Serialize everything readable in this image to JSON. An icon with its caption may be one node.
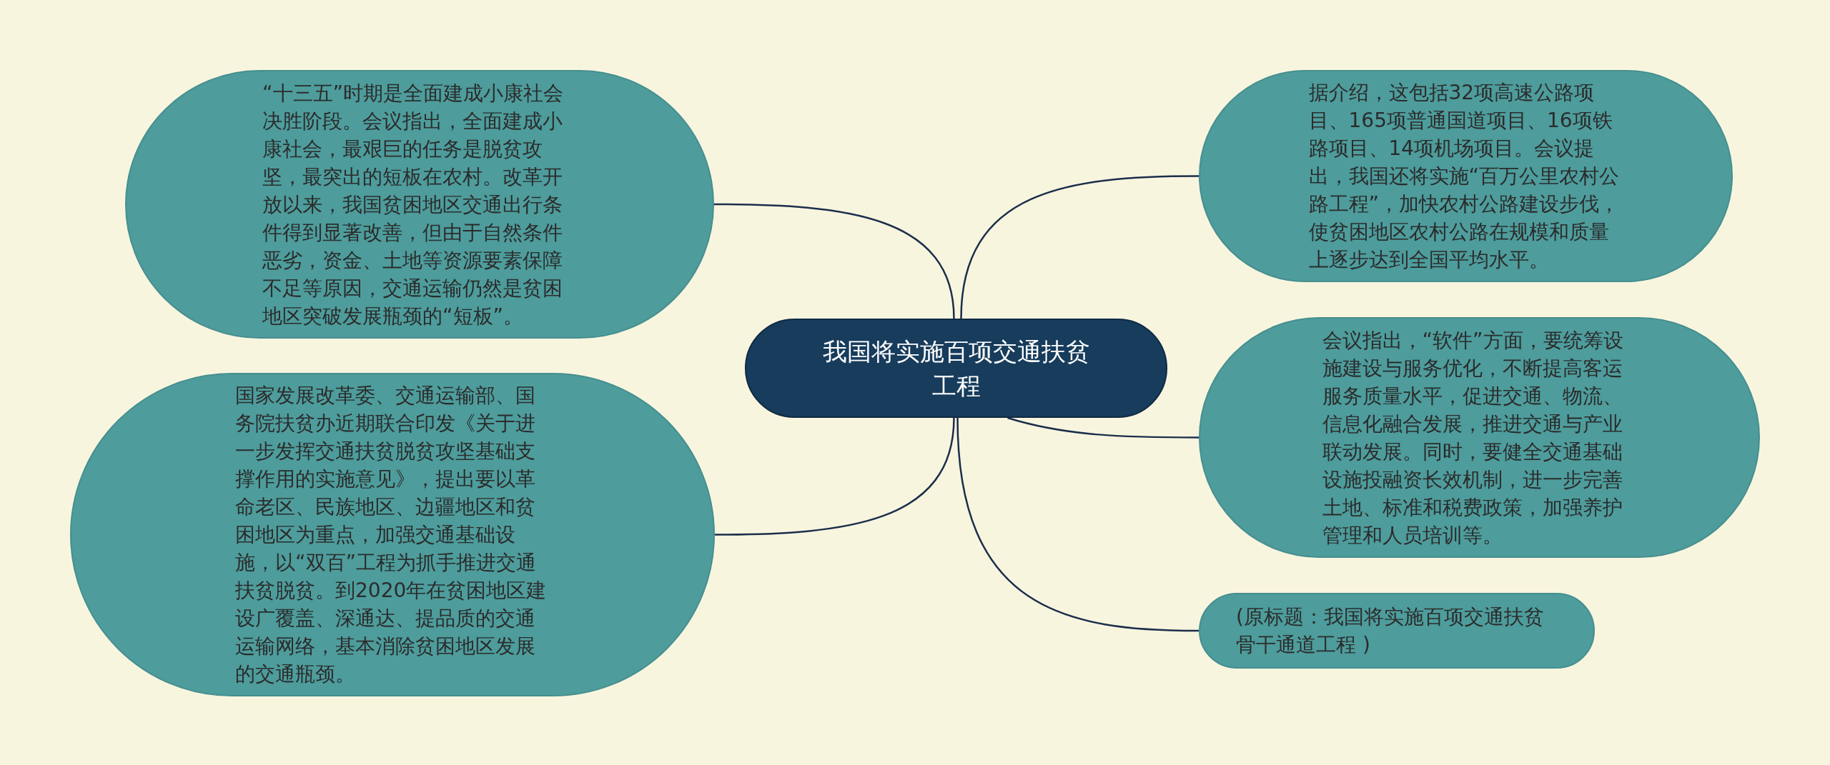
{
  "diagram": {
    "nodes": [
      {
        "text": [
          "我国将实施百项交通扶贫工程"
        ]
      },
      {
        "text": [
          "“十三五”时期是全面建成小康社会决胜阶段。会议指出，全面建成小康社会，最艰巨的任务是脱贫攻坚，最突出的短板在农村。改革开放以来，我国贫困地区交通出行条件得到显著改善，但由于自然条件恶劣，资金、土地等资源要素保障不足等原因，交通运输仍然是贫困地区突破发展瓶颈的“短板”。"
        ]
      },
      {
        "text": [
          "国家发展改革委、交通运输部、国务院扶贫办近期联合印发《关于进一步发挥交通扶贫脱贫攻坚基础支撑作用的实施意见》，提出要以革命老区、民族地区、边疆地区和贫困地区为重点，加强交通基础设施，以“双百”工程为抓手推进交通扶贫脱贫。到2020年在贫困地区建设广覆盖、深通达、提品质的交通运输网络，基本消除贫困地区发展的交通瓶颈。"
        ]
      },
      {
        "text": [
          "据介绍，这包括32项高速公路项目、165项普通国道项目、16项铁路项目、14项机场项目。会议提出，我国还将实施“百万公里农村公路工程”，加快农村公路建设步伐，使贫困地区农村公路在规模和质量上逐步达到全国平均水平。"
        ]
      },
      {
        "text": [
          "会议指出，“软件”方面，要统筹设施建设与服务优化，不断提高客运服务质量水平，促进交通、物流、信息化融合发展，推进交通与产业联动发展。同时，要健全交通基础设施投融资长效机制，进一步完善土地、标准和税费政策，加强养护管理和人员培训等。"
        ]
      },
      {
        "text": [
          "(原标题：我国将实施百项交通扶贫骨干通道工程 )"
        ]
      }
    ],
    "edges": [
      {
        "from": 0,
        "to": 1,
        "arrow": "none"
      },
      {
        "from": 0,
        "to": 2,
        "arrow": "none"
      },
      {
        "from": 0,
        "to": 3,
        "arrow": "none"
      },
      {
        "from": 0,
        "to": 4,
        "arrow": "none"
      },
      {
        "from": 0,
        "to": 5,
        "arrow": "none"
      }
    ]
  }
}
